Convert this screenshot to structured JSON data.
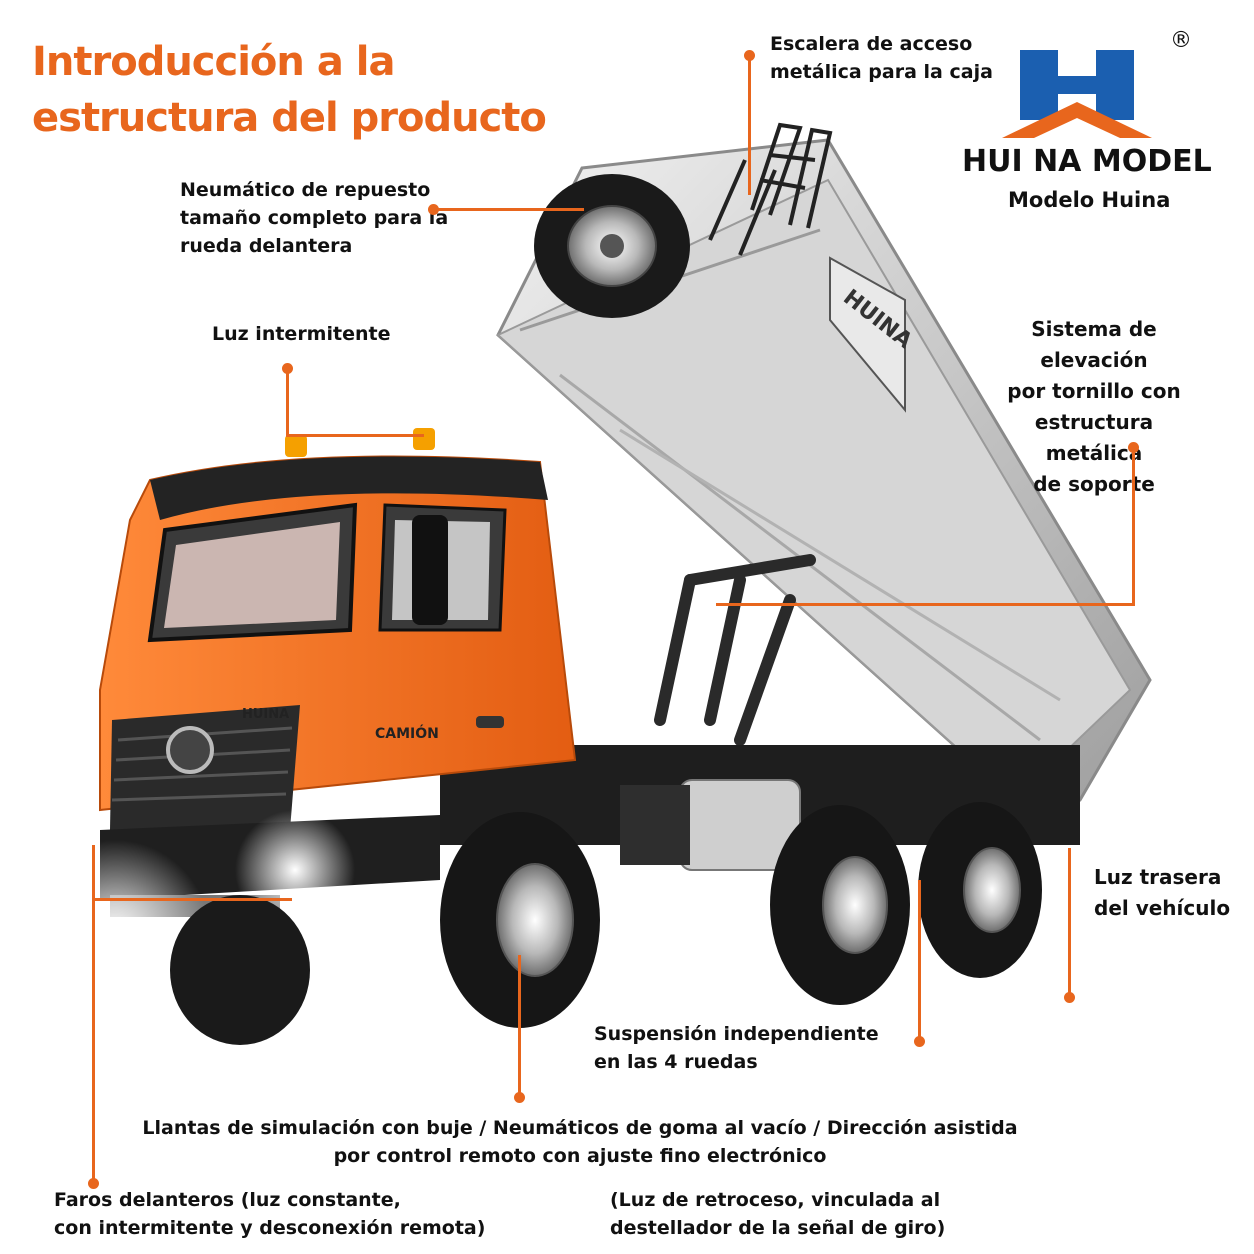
{
  "title_line1": "Introducción a la",
  "title_line2": "estructura del producto",
  "brand": {
    "name": "HUI NA MODEL",
    "subtitle": "Modelo Huina",
    "registered": "®",
    "colors": {
      "blue": "#1b5fb0",
      "orange": "#e8661d"
    }
  },
  "truck": {
    "grille_brand": "HUINA",
    "door_label": "CAMIÓN",
    "bed_brand": "HUINA"
  },
  "callouts": {
    "ladder": [
      "Escalera de acceso",
      "metálica para la caja"
    ],
    "spare_tire": [
      "Neumático de repuesto",
      "tamaño completo para la",
      "rueda delantera"
    ],
    "beacon": [
      "Luz intermitente"
    ],
    "lift": [
      "Sistema de elevación",
      "por tornillo con",
      "estructura metálica",
      "de soporte"
    ],
    "tail_light": [
      "Luz trasera",
      "del vehículo"
    ],
    "suspension": [
      "Suspensión independiente",
      "en las 4 ruedas"
    ],
    "wheels": [
      "Llantas de simulación con buje / Neumáticos de goma al vacío / Dirección asistida",
      "por control remoto con ajuste fino electrónico"
    ],
    "headlights": [
      "Faros delanteros (luz constante,",
      "con intermitente y desconexión remota)"
    ],
    "reverse": [
      "(Luz de retroceso, vinculada al",
      "destellador de la señal de giro)"
    ]
  }
}
